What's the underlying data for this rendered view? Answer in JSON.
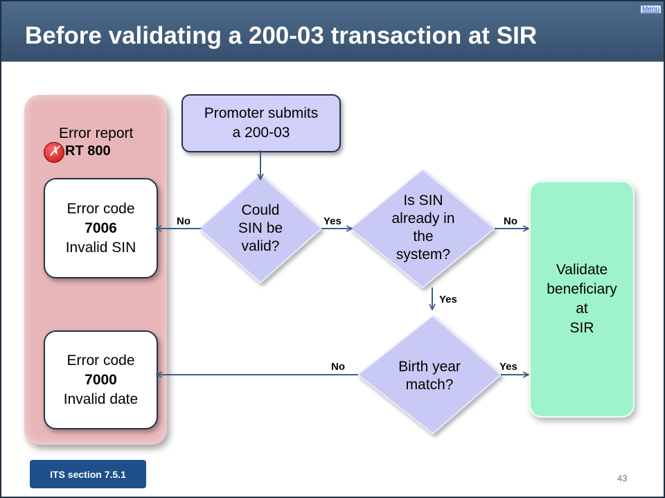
{
  "header": {
    "menu_label": "Menu",
    "title": "Before validating a 200-03 transaction at SIR"
  },
  "error_report": {
    "title": "Error report",
    "badge_icon": "✗",
    "code": "RT 800"
  },
  "error_boxes": [
    {
      "line1": "Error code",
      "code": "7006",
      "line3": "Invalid SIN"
    },
    {
      "line1": "Error code",
      "code": "7000",
      "line3": "Invalid date"
    }
  ],
  "start": {
    "line1": "Promoter submits",
    "line2": "a 200-03"
  },
  "decisions": {
    "could_sin_be_valid": [
      "Could",
      "SIN be",
      "valid?"
    ],
    "sin_in_system": [
      "Is SIN",
      "already in",
      "the",
      "system?"
    ],
    "birth_year": [
      "Birth year",
      "match?"
    ]
  },
  "validate": [
    "Validate",
    "beneficiary",
    "at",
    "SIR"
  ],
  "labels": {
    "no_left": "No",
    "yes_right": "Yes",
    "no_right": "No",
    "yes_down": "Yes",
    "no_birth": "No",
    "yes_birth": "Yes"
  },
  "footer": {
    "section_button": "ITS section 7.5.1",
    "page_number": "43"
  },
  "colors": {
    "header": "#3f5c7c",
    "error_panel": "#e8b6b8",
    "decision": "#c9c9f5",
    "validate": "#9ff3cc",
    "section_button": "#1f4f8a"
  }
}
